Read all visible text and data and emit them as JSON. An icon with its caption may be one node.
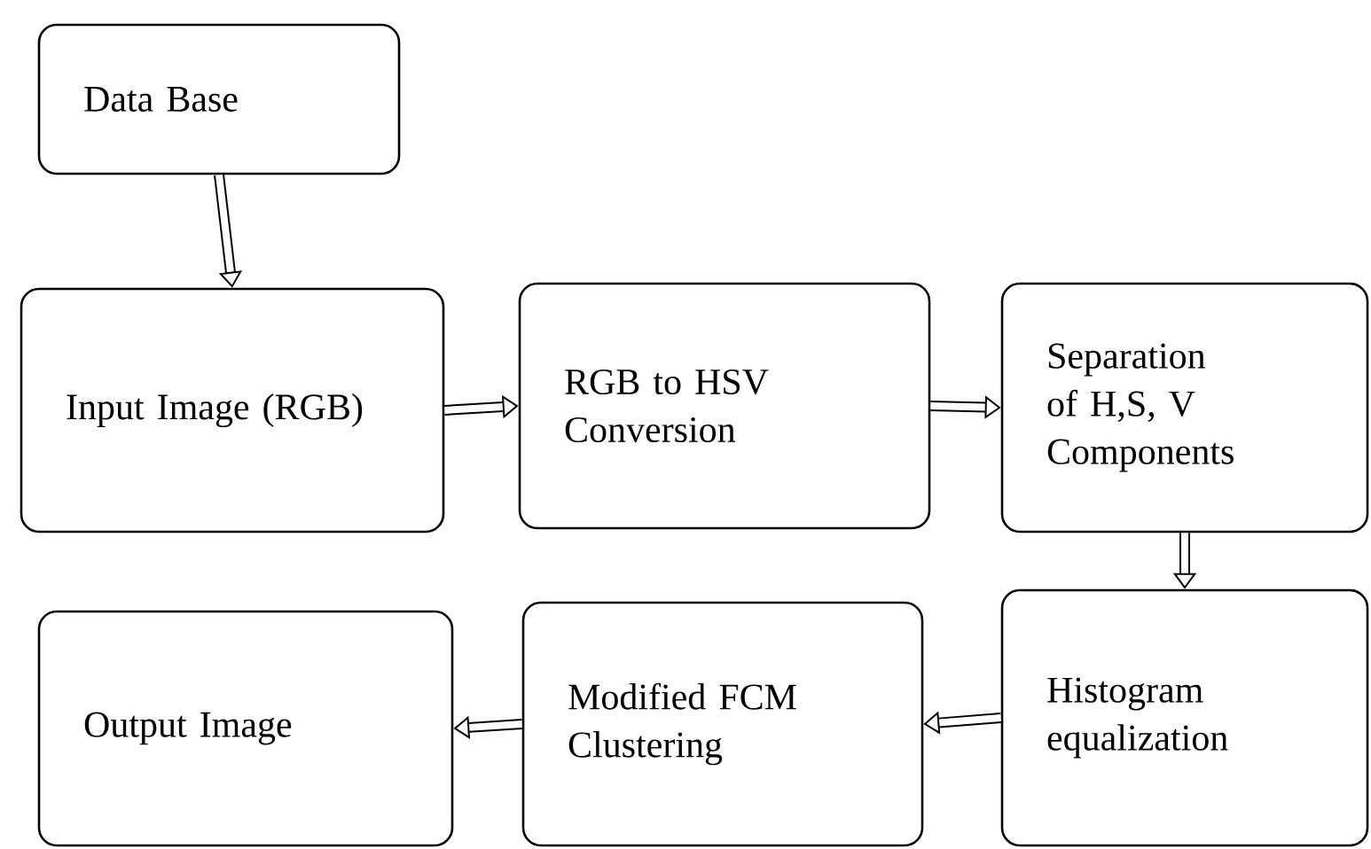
{
  "diagram": {
    "nodes": [
      {
        "text": [
          "Data Base"
        ]
      },
      {
        "text": [
          "Input Image (RGB)"
        ]
      },
      {
        "text": [
          "RGB to HSV Conversion"
        ]
      },
      {
        "text": [
          "Separation of H,S, V Components"
        ]
      },
      {
        "text": [
          "Histogram equalization"
        ]
      },
      {
        "text": [
          "Modified FCM Clustering"
        ]
      },
      {
        "text": [
          "Output Image"
        ]
      }
    ],
    "edges": [
      {
        "from": 0,
        "to": 1,
        "arrow": "to"
      },
      {
        "from": 1,
        "to": 2,
        "arrow": "to"
      },
      {
        "from": 2,
        "to": 3,
        "arrow": "to"
      },
      {
        "from": 3,
        "to": 4,
        "arrow": "to"
      },
      {
        "from": 4,
        "to": 5,
        "arrow": "to"
      },
      {
        "from": 5,
        "to": 6,
        "arrow": "to"
      }
    ]
  }
}
